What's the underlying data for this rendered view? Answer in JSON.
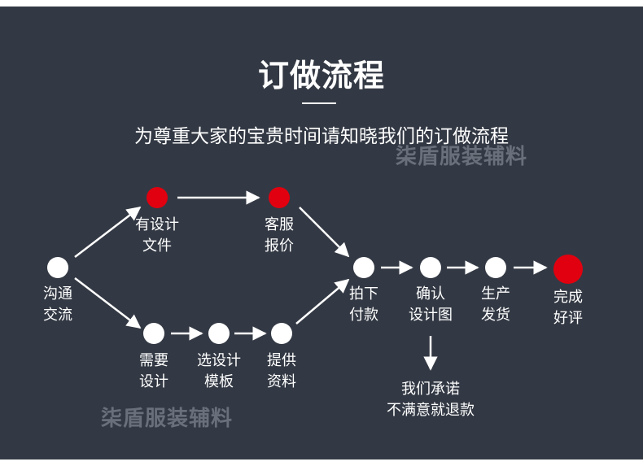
{
  "title": "订做流程",
  "subtitle": "为尊重大家的宝贵时间请知晓我们的订做流程",
  "watermark": "柒盾服装辅料",
  "colors": {
    "background": "#333944",
    "node_white": "#ffffff",
    "node_red": "#e1000f",
    "text": "#ffffff"
  },
  "nodes": {
    "communicate": "沟通\n交流",
    "have_design": "有设计\n文件",
    "quote": "客服\n报价",
    "need_design": "需要\n设计",
    "choose_template": "选设计\n模板",
    "provide_materials": "提供\n资料",
    "place_order": "拍下\n付款",
    "confirm_design": "确认\n设计图",
    "production": "生产\n发货",
    "complete": "完成\n好评"
  },
  "promise": "我们承诺\n不满意就退款"
}
